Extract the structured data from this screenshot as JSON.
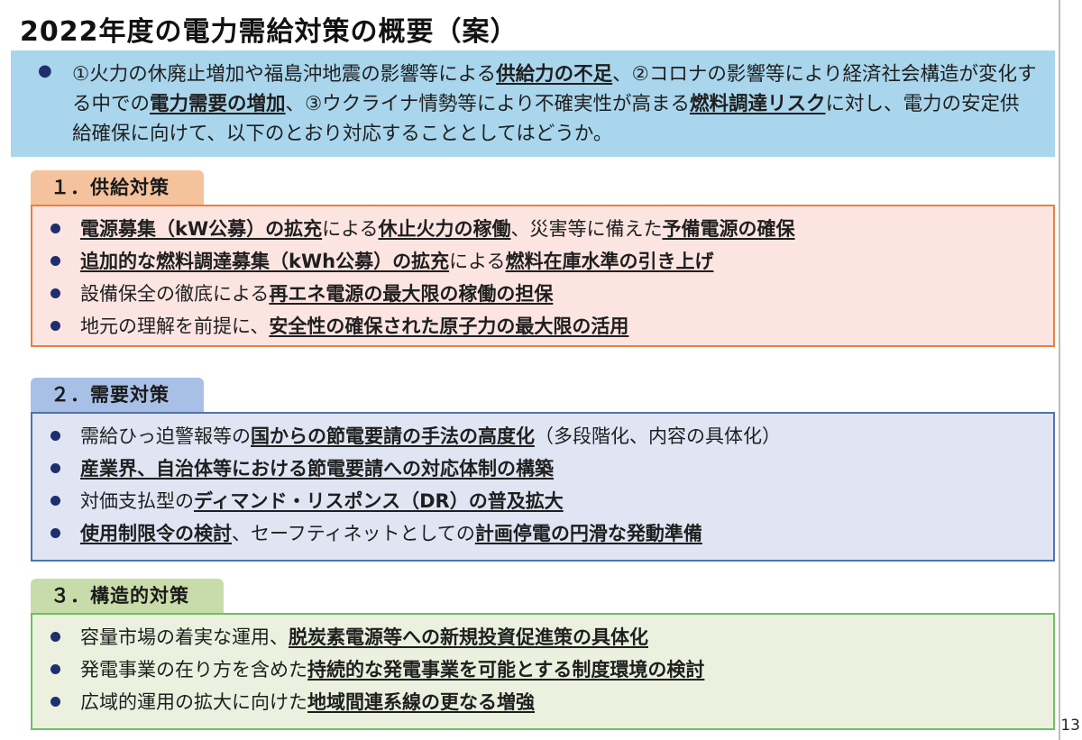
{
  "title": "2022年度の電力需給対策の概要（案）",
  "intro": {
    "p1": "①火力の休廃止増加や福島沖地震の影響等による",
    "p2": "供給力の不足",
    "p3": "、②コロナの影響等により経済社会構造が変化する中での",
    "p4": "電力需要の増加",
    "p5": "、③ウクライナ情勢等により不確実性が高まる",
    "p6": "燃料調達リスク",
    "p7": "に対し、電力の安定供給確保に向けて、以下のとおり対応することとしてはどうか。"
  },
  "sections": [
    {
      "label": "１．供給対策",
      "items": [
        {
          "a": "電源募集（kW公募）の拡充",
          "b": "による",
          "c": "休止火力の稼働",
          "d": "、災害等に備えた",
          "e": "予備電源の確保"
        },
        {
          "a": "追加的な燃料調達募集（kWh公募）の拡充",
          "b": "による",
          "c": "燃料在庫水準の引き上げ"
        },
        {
          "a": "設備保全の徹底による",
          "b": "再エネ電源の最大限の稼働の担保"
        },
        {
          "a": "地元の理解を前提に、",
          "b": "安全性の確保された原子力の最大限の活用"
        }
      ]
    },
    {
      "label": "２．需要対策",
      "items": [
        {
          "a": "需給ひっ迫警報等の",
          "b": "国からの節電要請の手法の高度化",
          "c": "（多段階化、内容の具体化）"
        },
        {
          "a": "産業界、自治体等における節電要請への対応体制の構築"
        },
        {
          "a": "対価支払型の",
          "b": "ディマンド・リスポンス（DR）の普及拡大"
        },
        {
          "a": "使用制限令の検討",
          "b": "、セーフティネットとしての",
          "c": "計画停電の円滑な発動準備"
        }
      ]
    },
    {
      "label": "３．構造的対策",
      "items": [
        {
          "a": "容量市場の着実な運用、",
          "b": "脱炭素電源等への新規投資促進策の具体化"
        },
        {
          "a": "発電事業の在り方を含めた",
          "b": "持続的な発電事業を可能とする制度環境の検討"
        },
        {
          "a": "広域的運用の拡大に向けた",
          "b": "地域間連系線の更なる増強"
        }
      ]
    }
  ],
  "page_number": "13"
}
